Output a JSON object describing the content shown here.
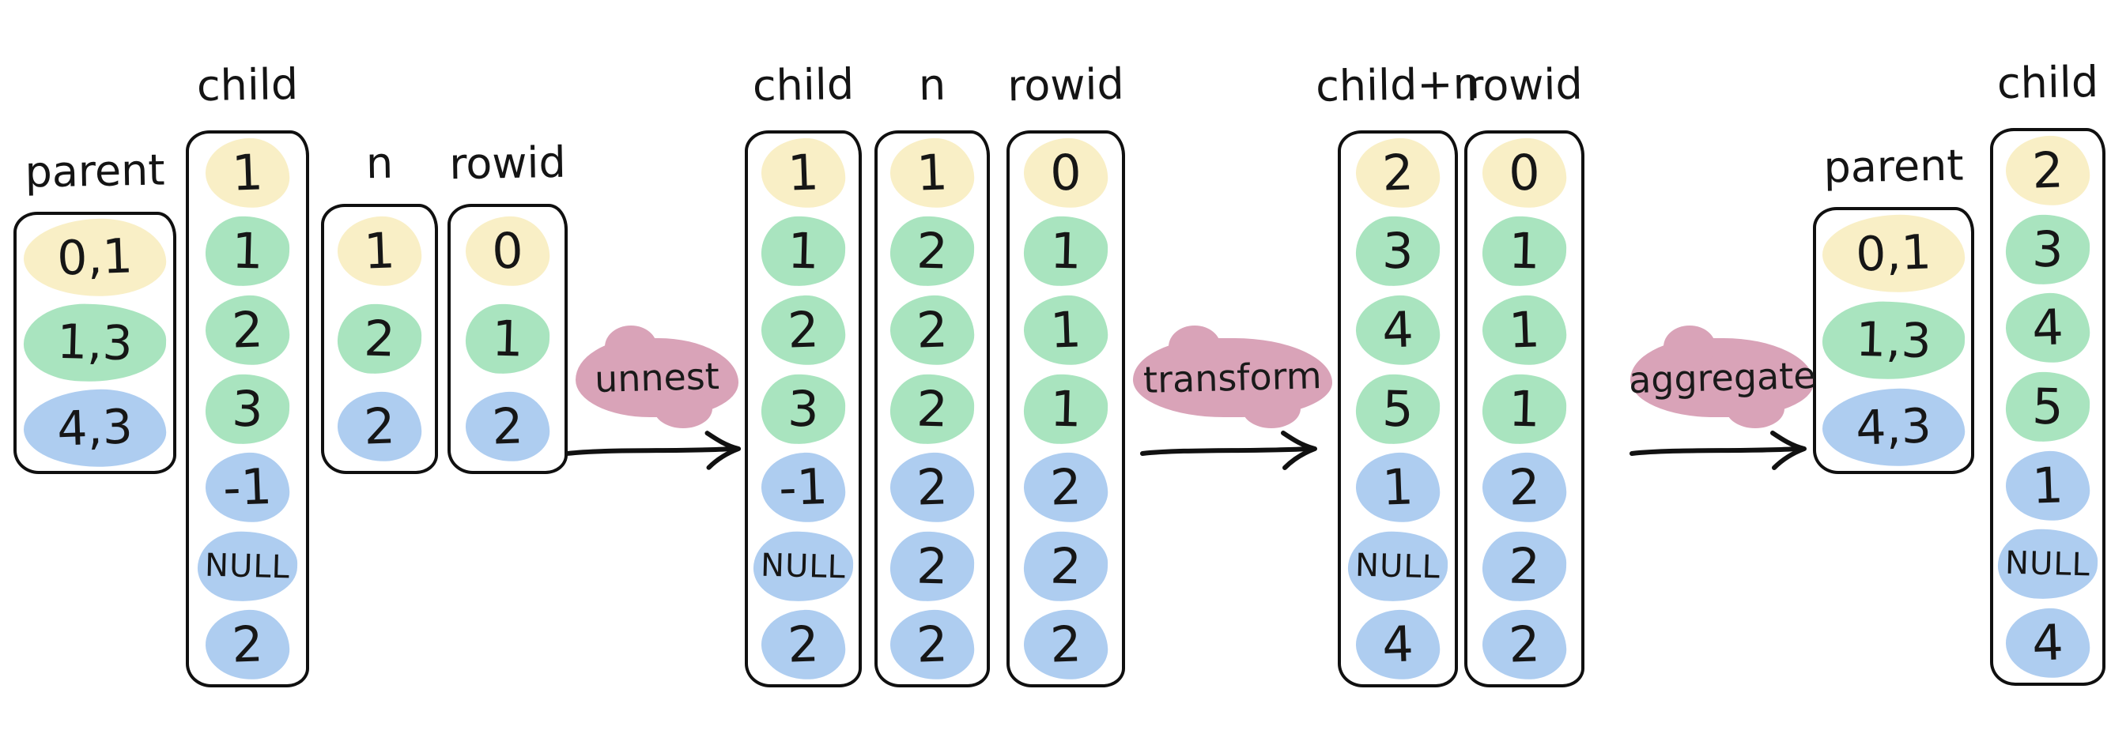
{
  "colors": {
    "yellow": "#f9efc6",
    "green": "#a9e4bf",
    "blue": "#aecdf0",
    "pink": "#d9a3b8",
    "ink": "#111111",
    "background": "#ffffff"
  },
  "stages": [
    {
      "tables": [
        {
          "header": "parent",
          "cells": [
            {
              "value": "0,1",
              "color": "yellow"
            },
            {
              "value": "1,3",
              "color": "green"
            },
            {
              "value": "4,3",
              "color": "blue"
            }
          ]
        },
        {
          "header": "child",
          "cells": [
            {
              "value": "1",
              "color": "yellow"
            },
            {
              "value": "1",
              "color": "green"
            },
            {
              "value": "2",
              "color": "green"
            },
            {
              "value": "3",
              "color": "green"
            },
            {
              "value": "-1",
              "color": "blue"
            },
            {
              "value": "NULL",
              "color": "blue"
            },
            {
              "value": "2",
              "color": "blue"
            }
          ]
        },
        {
          "header": "n",
          "cells": [
            {
              "value": "1",
              "color": "yellow"
            },
            {
              "value": "2",
              "color": "green"
            },
            {
              "value": "2",
              "color": "blue"
            }
          ]
        },
        {
          "header": "rowid",
          "cells": [
            {
              "value": "0",
              "color": "yellow"
            },
            {
              "value": "1",
              "color": "green"
            },
            {
              "value": "2",
              "color": "blue"
            }
          ]
        }
      ]
    },
    {
      "tables": [
        {
          "header": "child",
          "cells": [
            {
              "value": "1",
              "color": "yellow"
            },
            {
              "value": "1",
              "color": "green"
            },
            {
              "value": "2",
              "color": "green"
            },
            {
              "value": "3",
              "color": "green"
            },
            {
              "value": "-1",
              "color": "blue"
            },
            {
              "value": "NULL",
              "color": "blue"
            },
            {
              "value": "2",
              "color": "blue"
            }
          ]
        },
        {
          "header": "n",
          "cells": [
            {
              "value": "1",
              "color": "yellow"
            },
            {
              "value": "2",
              "color": "green"
            },
            {
              "value": "2",
              "color": "green"
            },
            {
              "value": "2",
              "color": "green"
            },
            {
              "value": "2",
              "color": "blue"
            },
            {
              "value": "2",
              "color": "blue"
            },
            {
              "value": "2",
              "color": "blue"
            }
          ]
        },
        {
          "header": "rowid",
          "cells": [
            {
              "value": "0",
              "color": "yellow"
            },
            {
              "value": "1",
              "color": "green"
            },
            {
              "value": "1",
              "color": "green"
            },
            {
              "value": "1",
              "color": "green"
            },
            {
              "value": "2",
              "color": "blue"
            },
            {
              "value": "2",
              "color": "blue"
            },
            {
              "value": "2",
              "color": "blue"
            }
          ]
        }
      ]
    },
    {
      "tables": [
        {
          "header": "child+n",
          "cells": [
            {
              "value": "2",
              "color": "yellow"
            },
            {
              "value": "3",
              "color": "green"
            },
            {
              "value": "4",
              "color": "green"
            },
            {
              "value": "5",
              "color": "green"
            },
            {
              "value": "1",
              "color": "blue"
            },
            {
              "value": "NULL",
              "color": "blue"
            },
            {
              "value": "4",
              "color": "blue"
            }
          ]
        },
        {
          "header": "rowid",
          "cells": [
            {
              "value": "0",
              "color": "yellow"
            },
            {
              "value": "1",
              "color": "green"
            },
            {
              "value": "1",
              "color": "green"
            },
            {
              "value": "1",
              "color": "green"
            },
            {
              "value": "2",
              "color": "blue"
            },
            {
              "value": "2",
              "color": "blue"
            },
            {
              "value": "2",
              "color": "blue"
            }
          ]
        }
      ]
    },
    {
      "tables": [
        {
          "header": "parent",
          "cells": [
            {
              "value": "0,1",
              "color": "yellow"
            },
            {
              "value": "1,3",
              "color": "green"
            },
            {
              "value": "4,3",
              "color": "blue"
            }
          ]
        },
        {
          "header": "child",
          "cells": [
            {
              "value": "2",
              "color": "yellow"
            },
            {
              "value": "3",
              "color": "green"
            },
            {
              "value": "4",
              "color": "green"
            },
            {
              "value": "5",
              "color": "green"
            },
            {
              "value": "1",
              "color": "blue"
            },
            {
              "value": "NULL",
              "color": "blue"
            },
            {
              "value": "4",
              "color": "blue"
            }
          ]
        }
      ]
    }
  ],
  "operations": [
    {
      "label": "unnest"
    },
    {
      "label": "transform"
    },
    {
      "label": "aggregate"
    }
  ]
}
